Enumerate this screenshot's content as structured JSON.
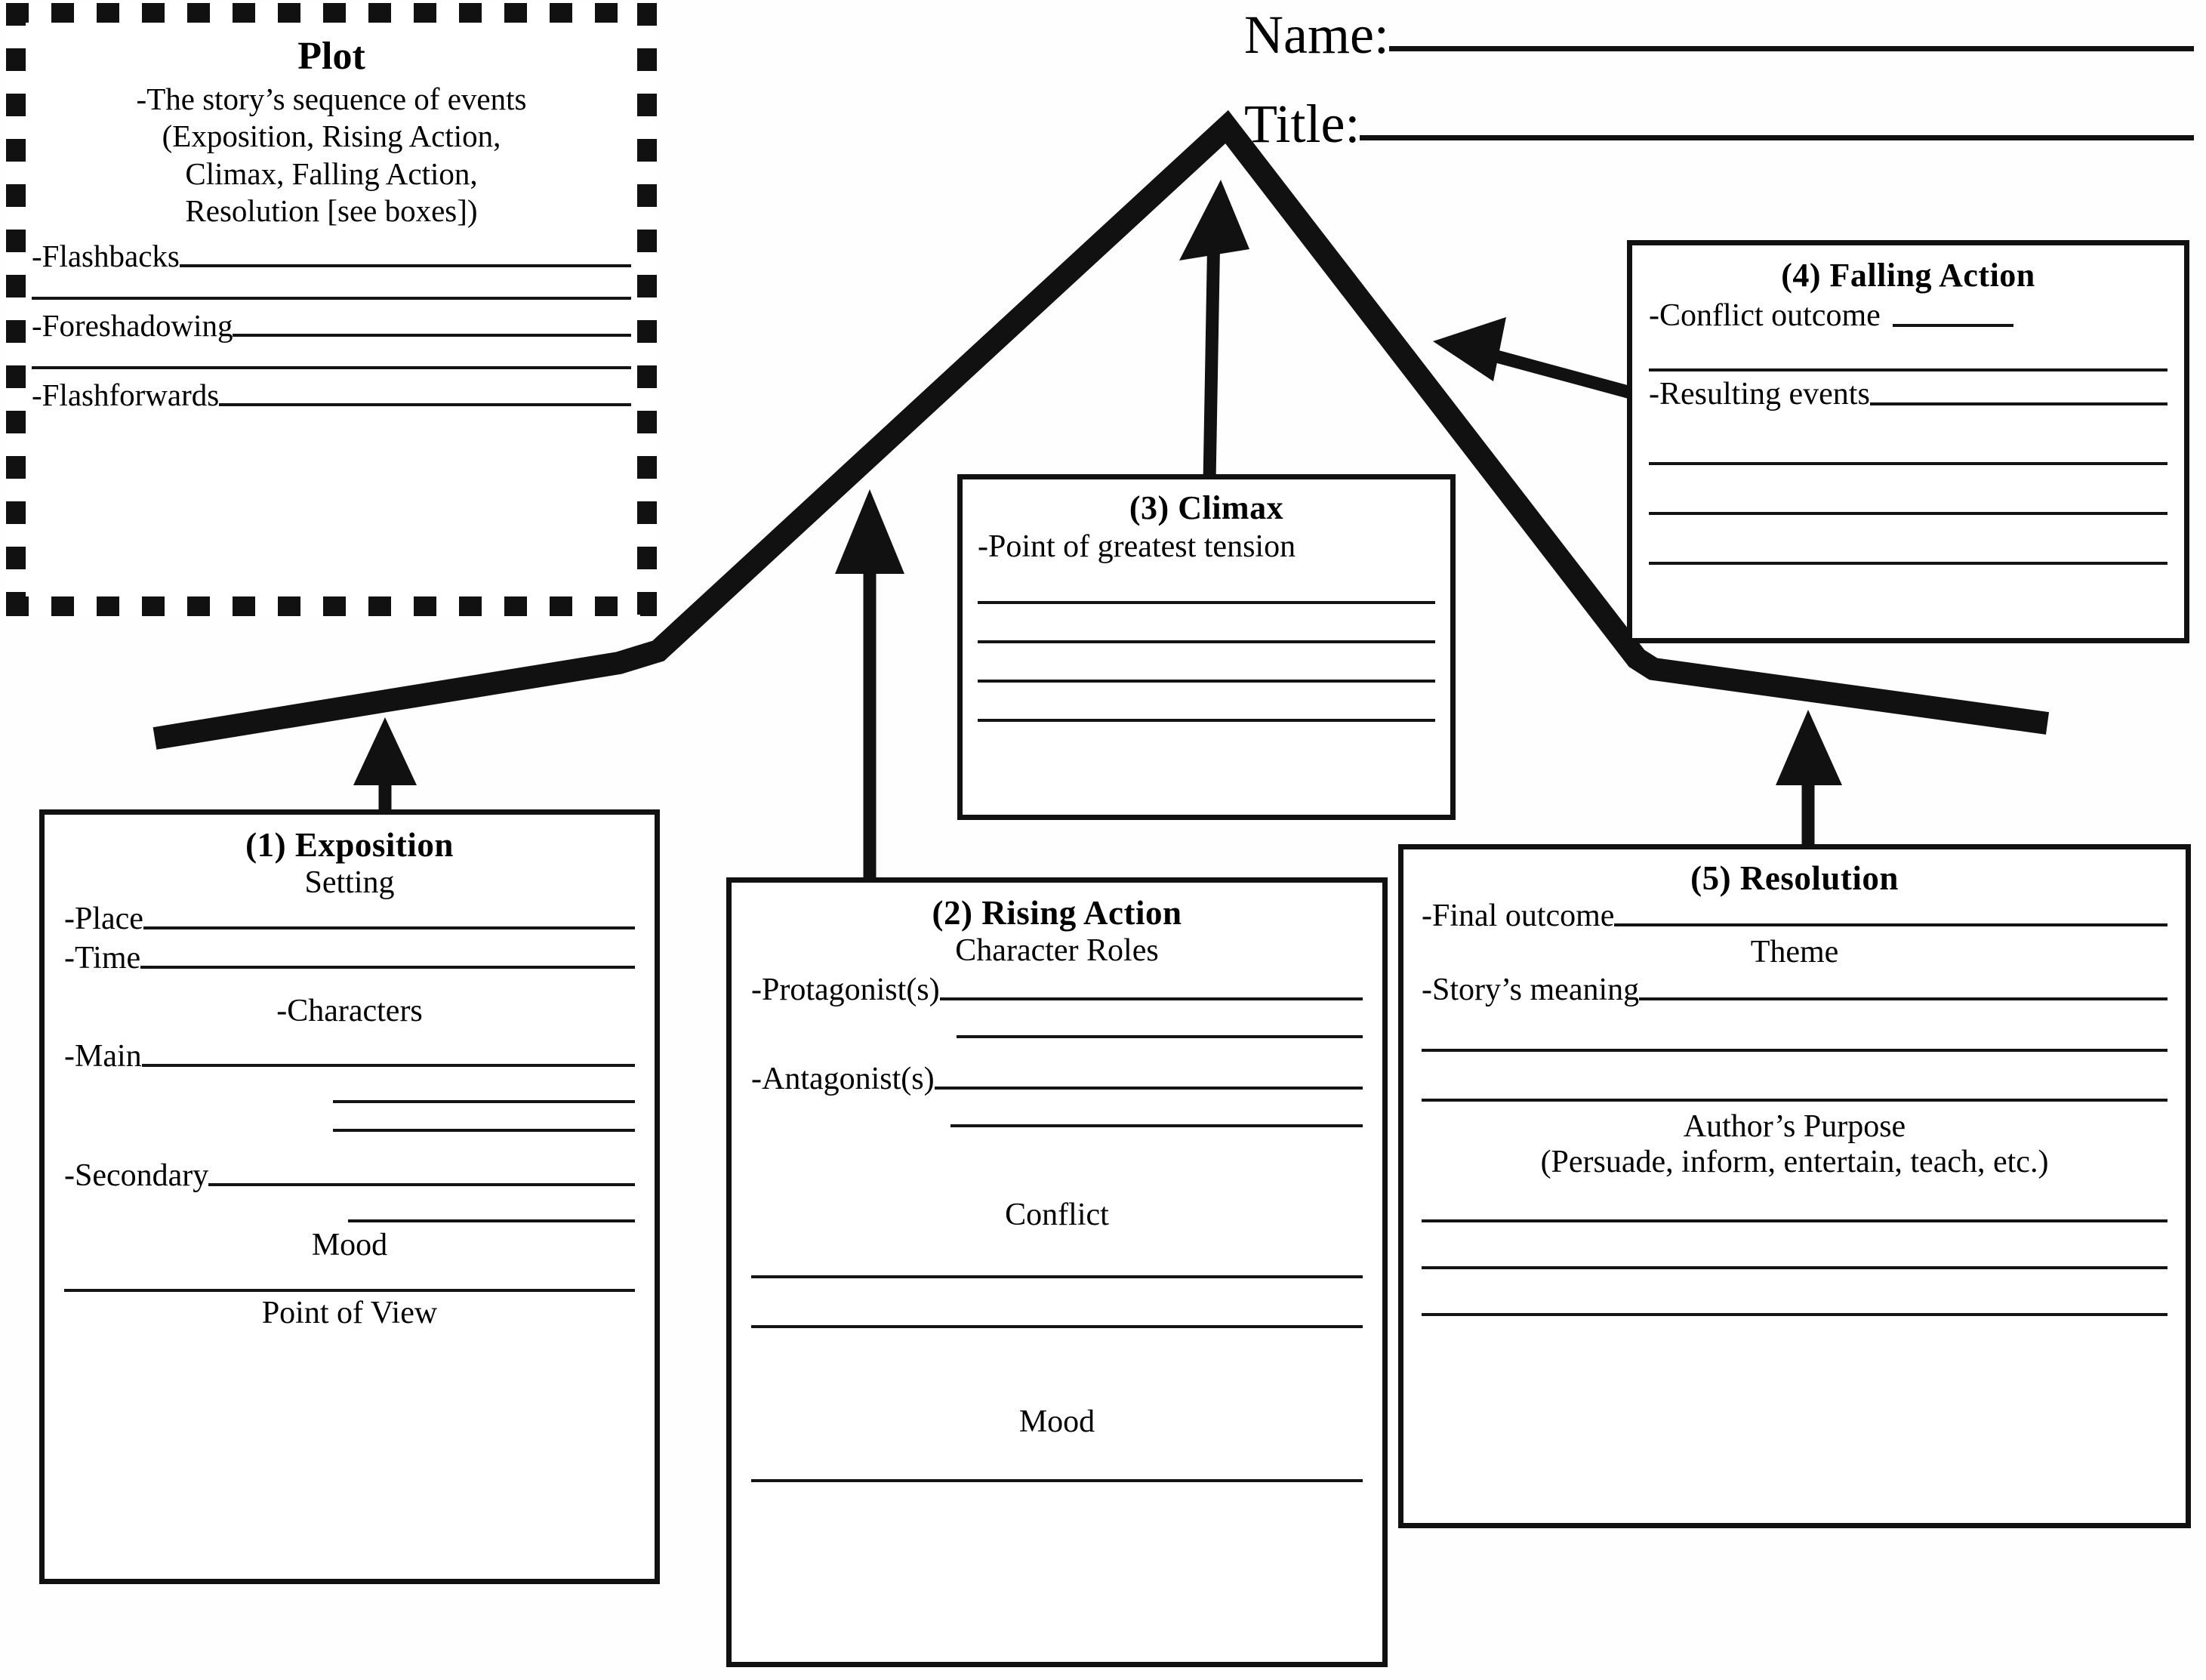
{
  "worksheet": {
    "header": {
      "name_label": "Name:",
      "title_label": "Title:"
    },
    "plot_legend": {
      "heading": "Plot",
      "definition_lines": [
        "-The story’s sequence of events",
        "(Exposition, Rising Action,",
        "Climax, Falling Action,",
        "Resolution [see boxes])"
      ],
      "items": [
        "-Flashbacks",
        "-Foreshadowing",
        "-Flashforwards"
      ]
    },
    "stages": [
      {
        "number": "(1)",
        "title": "(1) Exposition",
        "subhead_1": "Setting",
        "fields": [
          "-Place",
          "-Time"
        ],
        "subhead_2": "-Characters",
        "fields_2": [
          "-Main",
          "-Secondary"
        ],
        "subhead_3": "Mood",
        "subhead_4": "Point of View"
      },
      {
        "number": "(2)",
        "title": "(2) Rising Action",
        "subhead_1": "Character Roles",
        "fields": [
          "-Protagonist(s)",
          "-Antagonist(s)"
        ],
        "subhead_2": "Conflict",
        "subhead_3": "Mood"
      },
      {
        "number": "(3)",
        "title": "(3) Climax",
        "bullet": "-Point of greatest tension"
      },
      {
        "number": "(4)",
        "title": "(4) Falling Action",
        "bullets": [
          "-Conflict outcome",
          "-Resulting events"
        ]
      },
      {
        "number": "(5)",
        "title": "(5) Resolution",
        "field_1": "-Final outcome",
        "subhead_1": "Theme",
        "field_2": "-Story’s meaning",
        "subhead_2": "Author’s Purpose",
        "subhead_2_note": "(Persuade, inform, entertain, teach, etc.)"
      }
    ],
    "colors": {
      "ink": "#111111",
      "rule": "#141414",
      "paper": "#fefefe"
    }
  }
}
